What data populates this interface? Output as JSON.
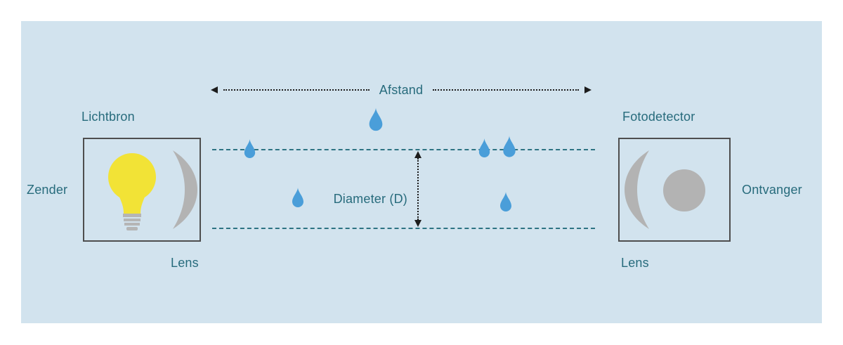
{
  "diagram": {
    "title_context": "optical visibility sensor diagram",
    "labels": {
      "light_source": "Lichtbron",
      "photodetector": "Fotodetector",
      "transmitter": "Zender",
      "receiver": "Ontvanger",
      "lens_left": "Lens",
      "lens_right": "Lens",
      "distance": "Afstand",
      "diameter": "Diameter (D)"
    },
    "icons": {
      "light_bulb": "light-bulb-icon",
      "lens_left": "lens-crescent-icon",
      "lens_right": "lens-crescent-icon",
      "detector": "detector-circle-icon",
      "droplet": "water-droplet-icon",
      "distance_arrow": "double-headed-dotted-arrow",
      "diameter_arrow": "double-headed-dotted-arrow"
    },
    "colors": {
      "panel_background": "#d2e3ee",
      "label_text": "#276b7c",
      "beam_dash": "#2e7383",
      "arrow": "#1c1c1c",
      "droplet_blue": "#4a9ed9",
      "bulb_yellow": "#f2e336",
      "device_gray": "#b3b3b3",
      "box_border": "#4e4e4e"
    },
    "droplet_count": 6
  }
}
